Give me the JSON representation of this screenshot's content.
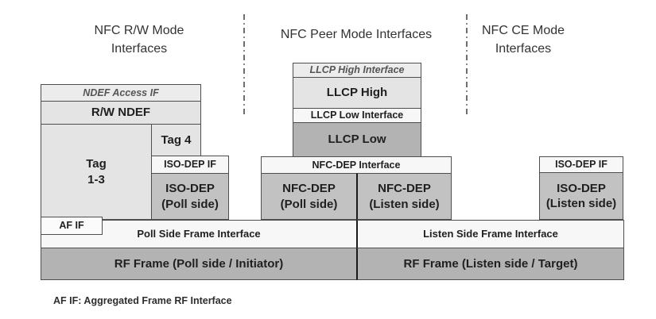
{
  "headers": {
    "rw": "NFC R/W Mode\nInterfaces",
    "peer": "NFC Peer Mode Interfaces",
    "ce": "NFC CE Mode\nInterfaces"
  },
  "rw_stack": {
    "ndef_access_if": "NDEF Access IF",
    "rw_ndef": "R/W NDEF",
    "tag13": "Tag\n1-3",
    "tag4": "Tag 4",
    "iso_dep_if": "ISO-DEP IF",
    "iso_dep_poll": "ISO-DEP\n(Poll side)"
  },
  "peer_stack": {
    "llcp_high_if": "LLCP High Interface",
    "llcp_high": "LLCP High",
    "llcp_low_if": "LLCP Low Interface",
    "llcp_low": "LLCP Low",
    "nfc_dep_if": "NFC-DEP Interface",
    "nfc_dep_poll": "NFC-DEP\n(Poll side)",
    "nfc_dep_listen": "NFC-DEP\n(Listen side)"
  },
  "ce_stack": {
    "iso_dep_if": "ISO-DEP IF",
    "iso_dep_listen": "ISO-DEP\n(Listen side)"
  },
  "base": {
    "af_if": "AF IF",
    "poll_frame_if": "Poll Side Frame Interface",
    "listen_frame_if": "Listen Side Frame Interface",
    "rf_frame_poll": "RF Frame (Poll side / Initiator)",
    "rf_frame_listen": "RF Frame (Listen side / Target)"
  },
  "footnote": "AF IF: Aggregated Frame RF Interface",
  "palette": {
    "bar-light": "#ececec",
    "box-light": "#e4e4e4",
    "bar-white": "#f7f7f7",
    "box-mid": "#c2c2c2",
    "box-dark": "#b3b3b3",
    "border": "#4e4e4e",
    "divider": "#1a1a1a",
    "text": "#1f1f1f",
    "muted": "#555555"
  }
}
